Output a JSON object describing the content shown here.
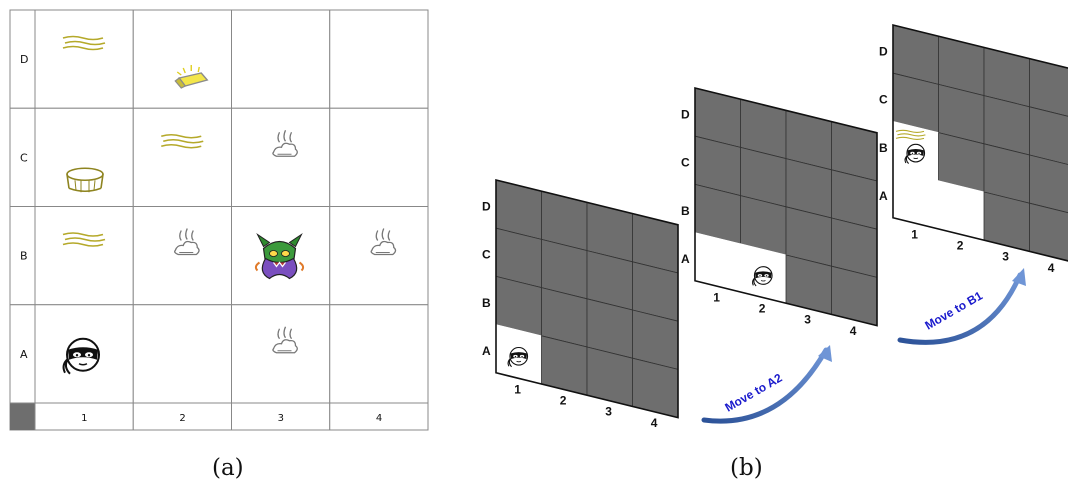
{
  "captions": {
    "left": "(a)",
    "right": "(b)"
  },
  "grid_a": {
    "rows": [
      "D",
      "C",
      "B",
      "A"
    ],
    "cols": [
      "1",
      "2",
      "3",
      "4"
    ],
    "cells": {
      "D1": [
        "breeze-icon"
      ],
      "D2": [
        "gold-icon"
      ],
      "C1": [
        "pit-icon"
      ],
      "C2": [
        "breeze-icon"
      ],
      "C3": [
        "stench-icon"
      ],
      "B1": [
        "breeze-icon"
      ],
      "B2": [
        "stench-icon"
      ],
      "B3": [
        "wumpus-icon"
      ],
      "B4": [
        "stench-icon"
      ],
      "A1": [
        "agent-icon"
      ],
      "A3": [
        "stench-icon"
      ]
    }
  },
  "panels_b": [
    {
      "rows": [
        "D",
        "C",
        "B",
        "A"
      ],
      "cols": [
        "1",
        "2",
        "3",
        "4"
      ],
      "visited": [
        "A1"
      ],
      "agent": "A1",
      "breeze_at": null
    },
    {
      "rows": [
        "D",
        "C",
        "B",
        "A"
      ],
      "cols": [
        "1",
        "2",
        "3",
        "4"
      ],
      "visited": [
        "A1",
        "A2"
      ],
      "agent": "A2",
      "breeze_at": null
    },
    {
      "rows": [
        "D",
        "C",
        "B",
        "A"
      ],
      "cols": [
        "1",
        "2",
        "3",
        "4"
      ],
      "visited": [
        "A1",
        "A2",
        "B1"
      ],
      "agent": "B1",
      "breeze_at": "B1"
    }
  ],
  "moves": [
    {
      "label": "Move to A2"
    },
    {
      "label": "Move to B1"
    }
  ],
  "colors": {
    "unknown": "#6e6e6e",
    "visited": "#ffffff",
    "arrow": "#3a64ae",
    "arrow_text": "#1a1acc",
    "breeze": "#b5a92a"
  }
}
